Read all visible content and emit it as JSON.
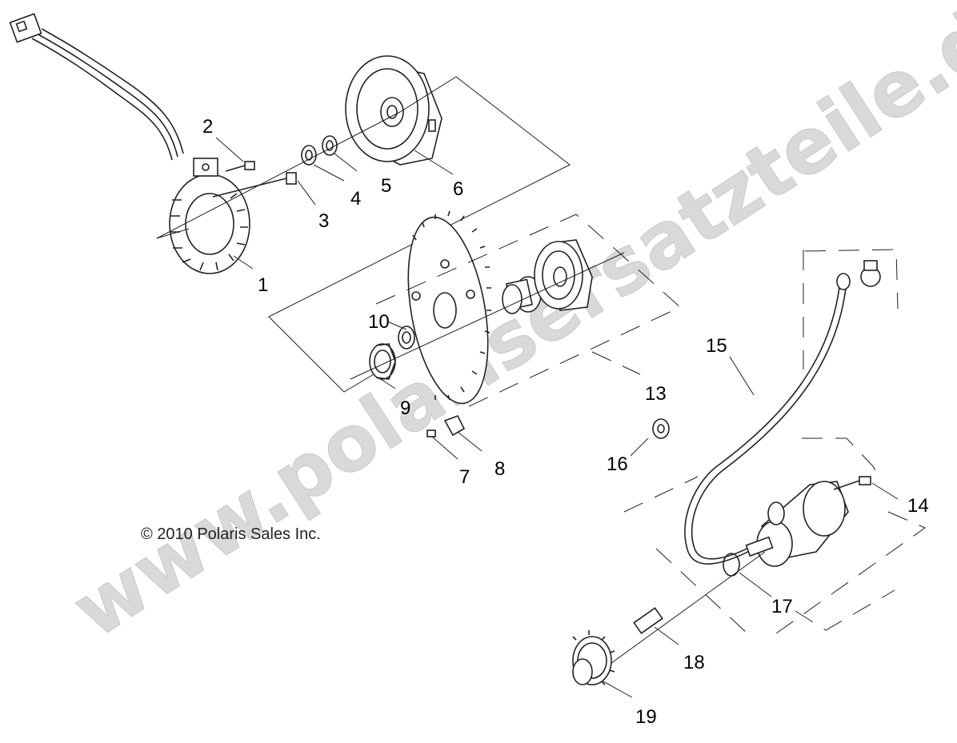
{
  "callouts": [
    "1",
    "2",
    "3",
    "4",
    "5",
    "6",
    "7",
    "8",
    "9",
    "10",
    "13",
    "14",
    "15",
    "16",
    "17",
    "18",
    "19"
  ],
  "copyright": "© 2010 Polaris Sales Inc.",
  "watermark": "www.polarisersatzteile.de"
}
